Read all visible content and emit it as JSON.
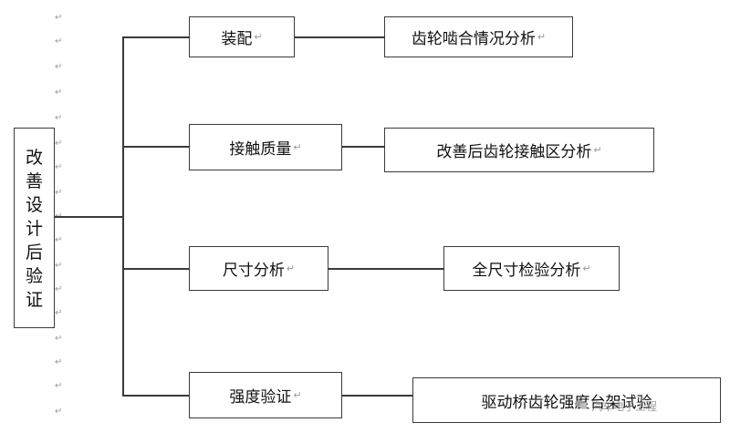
{
  "diagram": {
    "root": {
      "chars": [
        "改",
        "善",
        "设",
        "计",
        "后",
        "验",
        "证"
      ]
    },
    "branches": [
      {
        "category": "装配",
        "detail": "齿轮啮合情况分析"
      },
      {
        "category": "接触质量",
        "detail": "改善后齿轮接触区分析"
      },
      {
        "category": "尺寸分析",
        "detail": "全尺寸检验分析"
      },
      {
        "category": "强度验证",
        "detail": "驱动桥齿轮强度台架试验"
      }
    ],
    "paragraph_mark": "↵"
  },
  "watermark": {
    "text": "汽车电子工程"
  },
  "colors": {
    "line": "#3a3a3a",
    "border": "#3a3a3a",
    "mark": "#9a9a9a"
  }
}
